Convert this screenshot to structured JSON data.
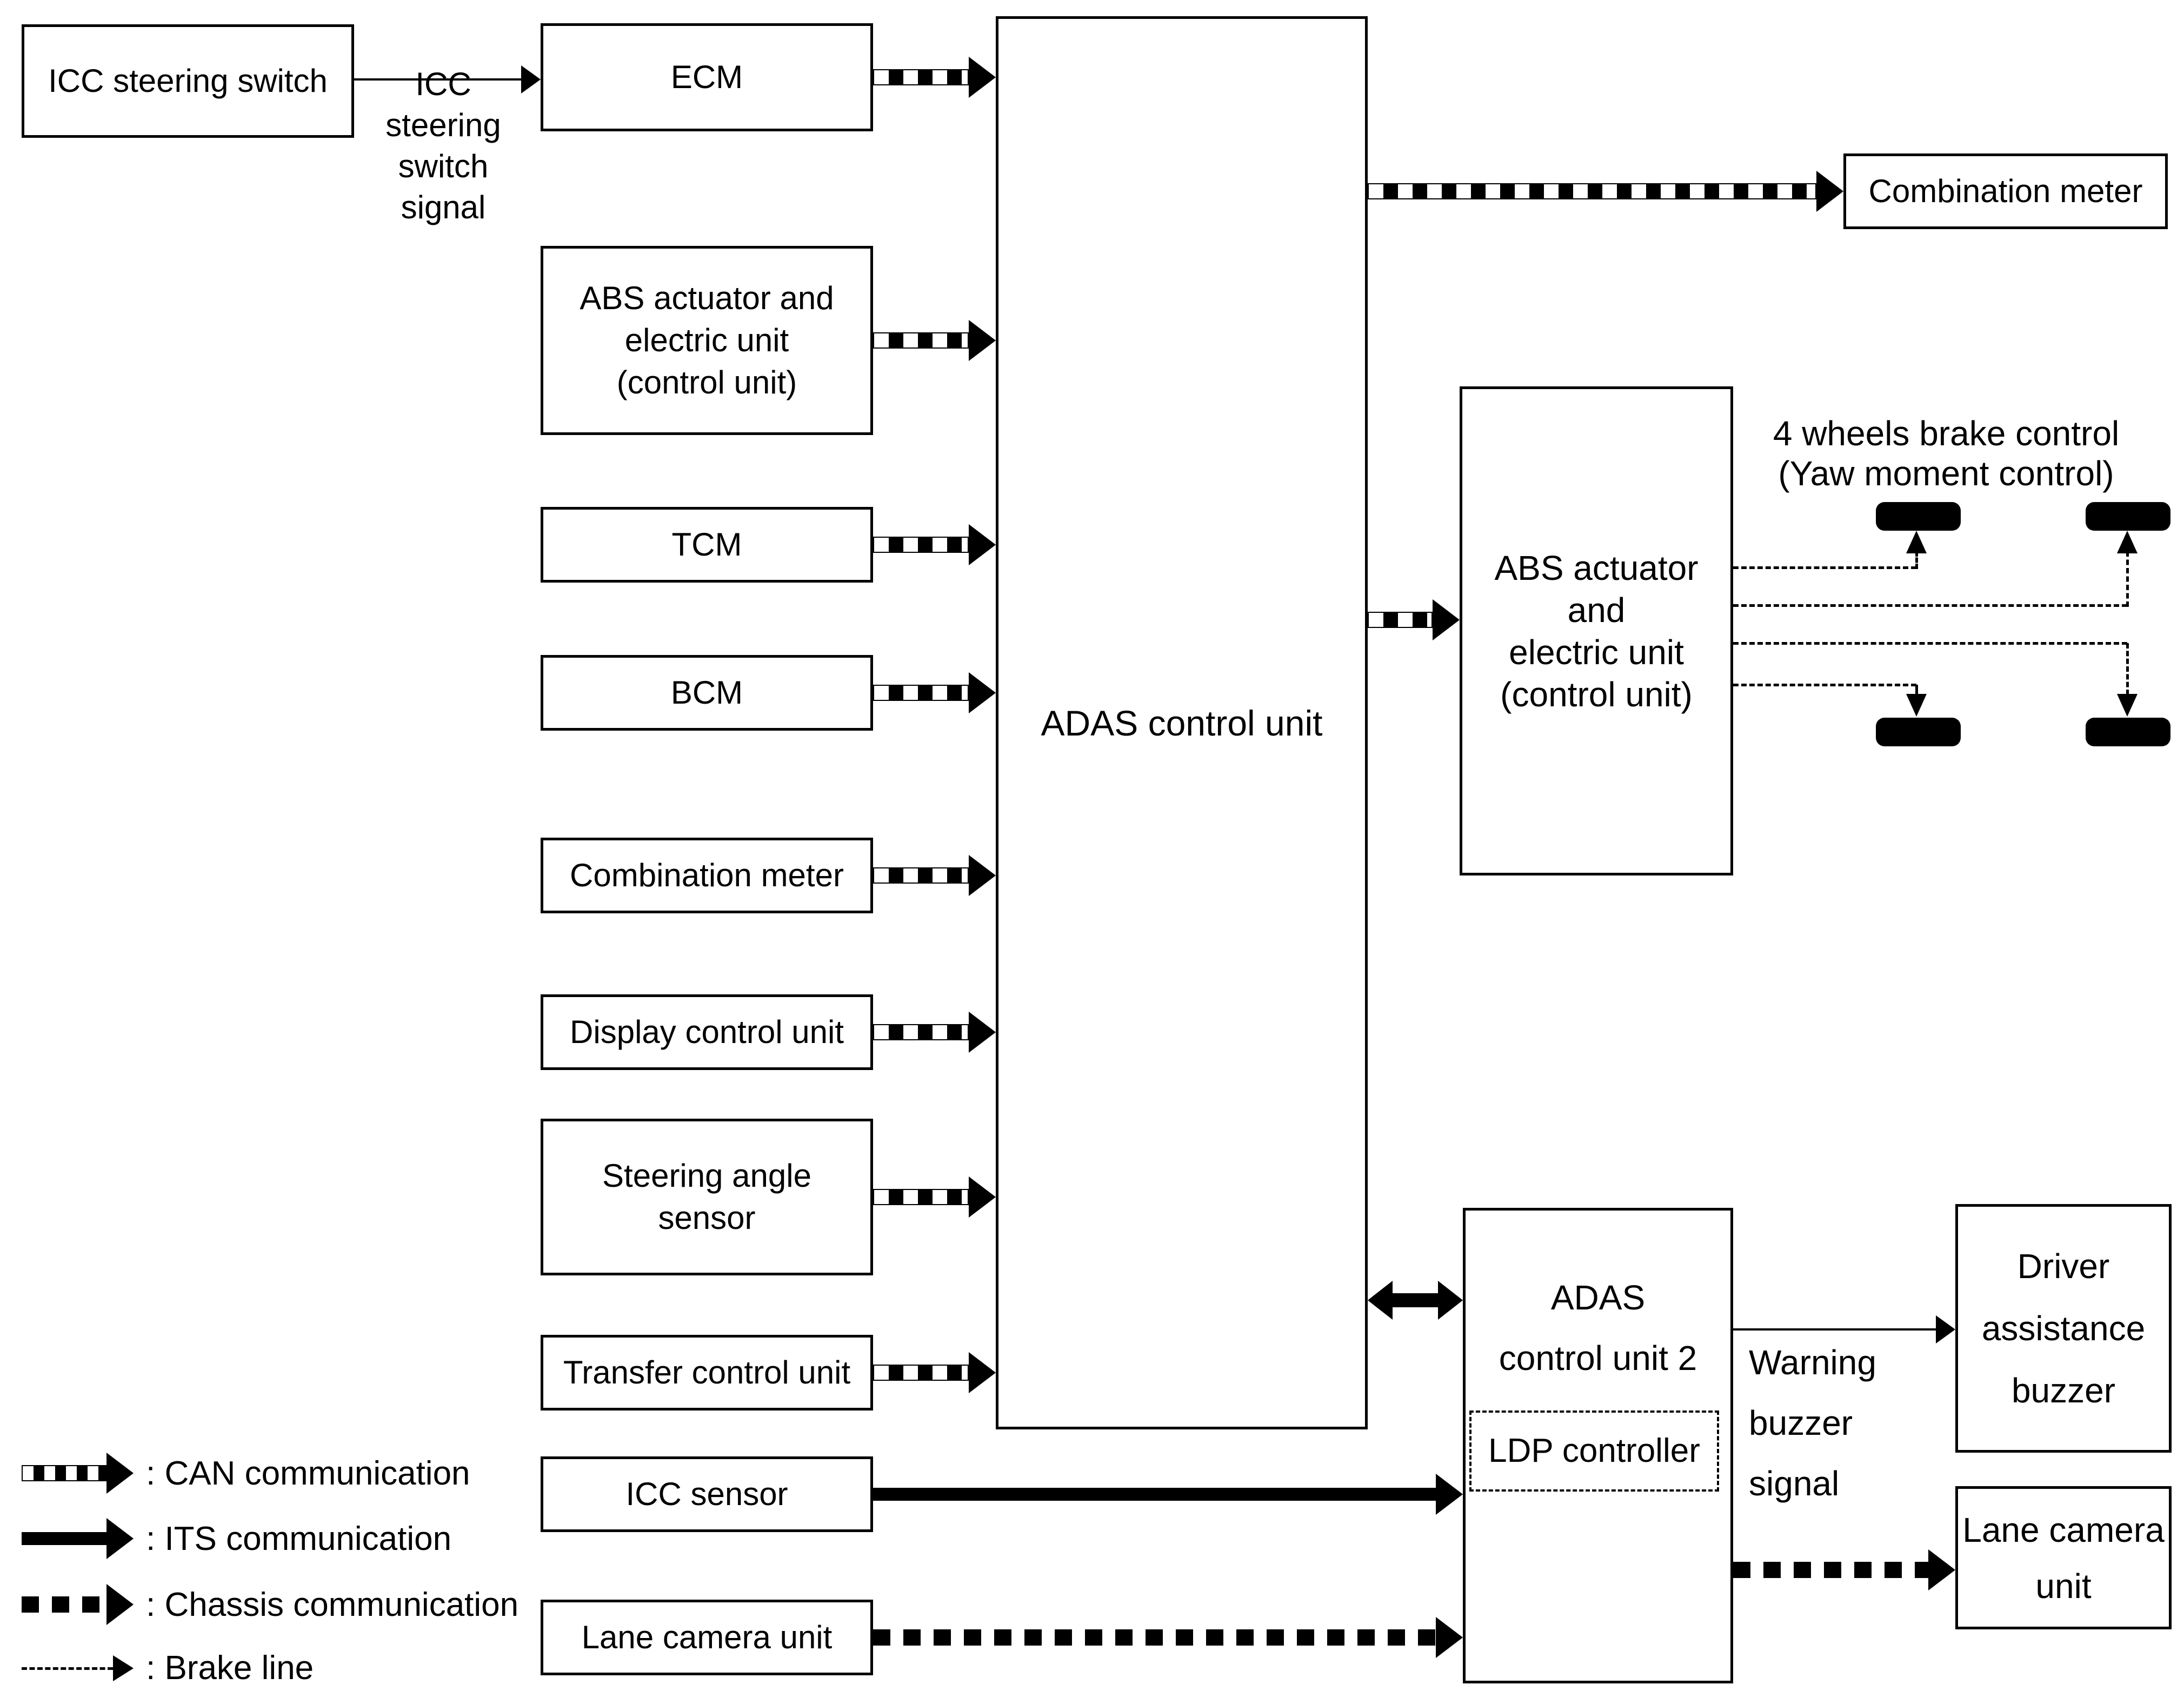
{
  "diagram": {
    "title": "ADAS communication diagram",
    "colors": {
      "ink": "#000000",
      "background": "#ffffff"
    },
    "nodes": {
      "icc_steering_switch": {
        "label": "ICC steering switch"
      },
      "ecm": {
        "label": "ECM"
      },
      "abs_left": {
        "label": "ABS actuator and\nelectric unit\n(control unit)"
      },
      "tcm": {
        "label": "TCM"
      },
      "bcm": {
        "label": "BCM"
      },
      "combination_meter_left": {
        "label": "Combination meter"
      },
      "display_control_unit": {
        "label": "Display control unit"
      },
      "steering_angle_sensor": {
        "label": "Steering angle\nsensor"
      },
      "transfer_control_unit": {
        "label": "Transfer control unit"
      },
      "icc_sensor": {
        "label": "ICC sensor"
      },
      "lane_camera_left": {
        "label": "Lane camera unit"
      },
      "adas_control_unit": {
        "label": "ADAS control unit"
      },
      "adas_control_unit_2": {
        "label": "ADAS\ncontrol unit 2"
      },
      "ldp_controller": {
        "label": "LDP controller"
      },
      "combination_meter_right": {
        "label": "Combination meter"
      },
      "abs_right": {
        "label": "ABS actuator\nand\nelectric unit\n(control unit)"
      },
      "driver_assistance_buzzer": {
        "label": "Driver\nassistance\nbuzzer"
      },
      "lane_camera_right": {
        "label": "Lane camera\nunit"
      }
    },
    "labels": {
      "icc_signal": "ICC\nsteering\nswitch\nsignal",
      "wheels_caption": "4 wheels brake control\n(Yaw moment control)",
      "warning_signal": "Warning\nbuzzer\nsignal"
    },
    "legend": [
      {
        "type": "can",
        "label": ": CAN communication"
      },
      {
        "type": "its",
        "label": ": ITS communication"
      },
      {
        "type": "chassis",
        "label": ": Chassis communication"
      },
      {
        "type": "brake",
        "label": ": Brake line"
      }
    ]
  }
}
